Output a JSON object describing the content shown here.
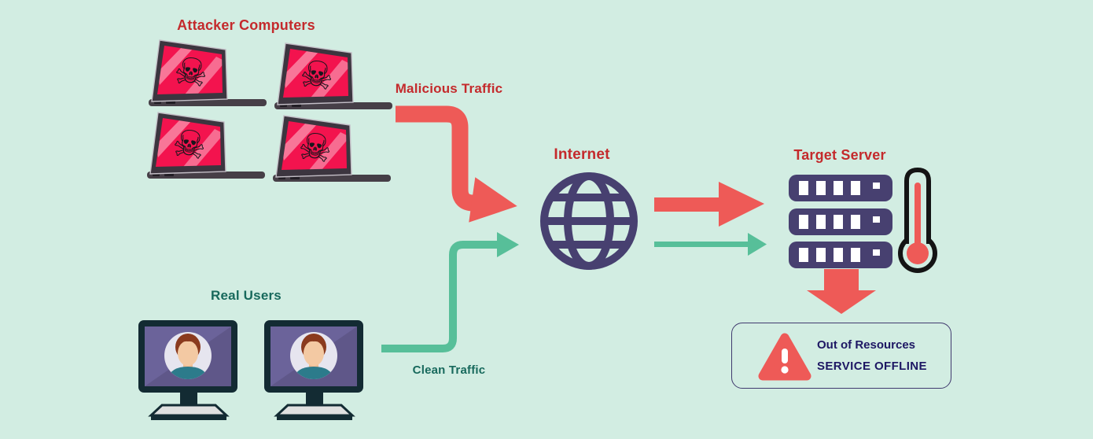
{
  "diagram": {
    "background_color": "#d2ede2",
    "labels": {
      "attacker_computers": "Attacker Computers",
      "malicious_traffic": "Malicious Traffic",
      "internet": "Internet",
      "target_server": "Target Server",
      "real_users": "Real Users",
      "clean_traffic": "Clean Traffic"
    },
    "status_box": {
      "line1": "Out of Resources",
      "line2": "SERVICE OFFLINE"
    },
    "icons": {
      "skull_glyph": "☠",
      "warning_glyph": "!"
    },
    "colors": {
      "red_label_text": "#c42a2c",
      "teal_label_text": "#17695c",
      "navy_box_text": "#1d1763",
      "arrow_red": "#ee5a57",
      "arrow_green": "#57bf99",
      "globe_server_purple": "#474070",
      "laptop_screen_red": "#f3134e",
      "monitor_screen_purple": "#655d90",
      "thermometer_outline": "#141414"
    },
    "counts": {
      "attacker_computers": 4,
      "real_user_computers": 2,
      "server_units": 3
    }
  }
}
